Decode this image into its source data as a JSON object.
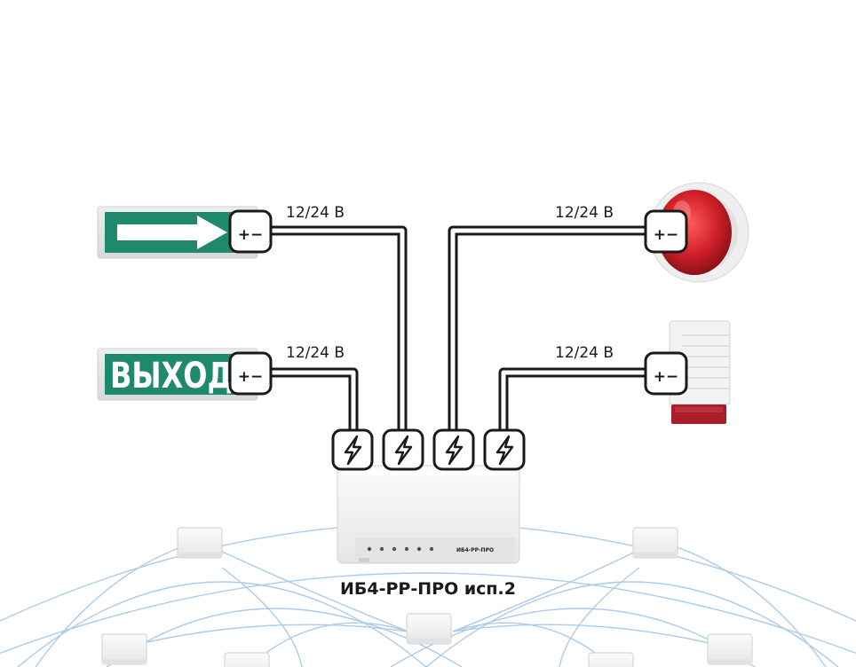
{
  "wire_labels": {
    "exit_arrow": "12/24 В",
    "exit_text": "12/24 В",
    "siren_red": "12/24 В",
    "siren_box": "12/24 В"
  },
  "terminal_symbol": "+−",
  "exit_sign_text": "ВЫХОД",
  "device": {
    "caption": "ИБ4-РР-ПРО исп.2",
    "panel_label": "ИБ4-РР-ПРО"
  },
  "colors": {
    "wire": "#1a1a1a",
    "exit_green": "#1f8a6b",
    "siren_red": "#d0202a",
    "mesh_line": "#9dc3e6"
  },
  "icons": [
    "lightning-icon",
    "terminal-block-icon"
  ]
}
